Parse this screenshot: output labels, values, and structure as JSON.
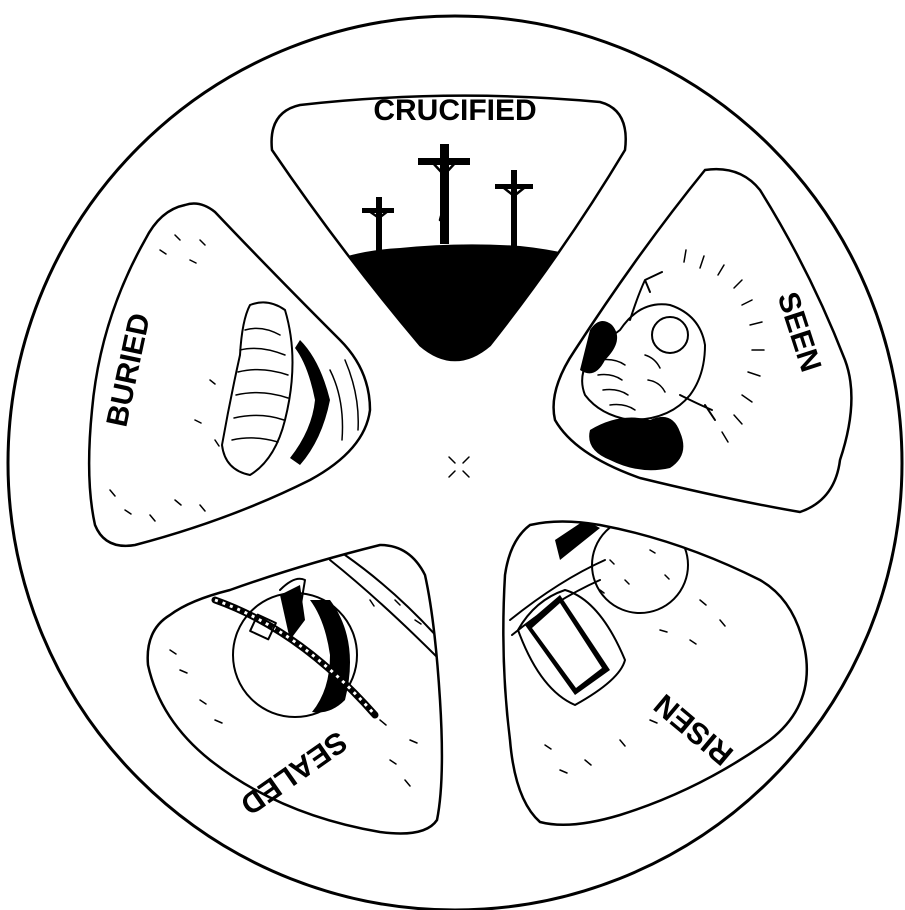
{
  "wheel": {
    "sections": [
      {
        "id": "crucified",
        "label": "CRUCIFIED"
      },
      {
        "id": "seen",
        "label": "SEEN"
      },
      {
        "id": "risen",
        "label": "RISEN"
      },
      {
        "id": "sealed",
        "label": "SEALED"
      },
      {
        "id": "buried",
        "label": "BURIED"
      }
    ]
  },
  "colors": {
    "ink": "#000000",
    "paper": "#ffffff"
  }
}
